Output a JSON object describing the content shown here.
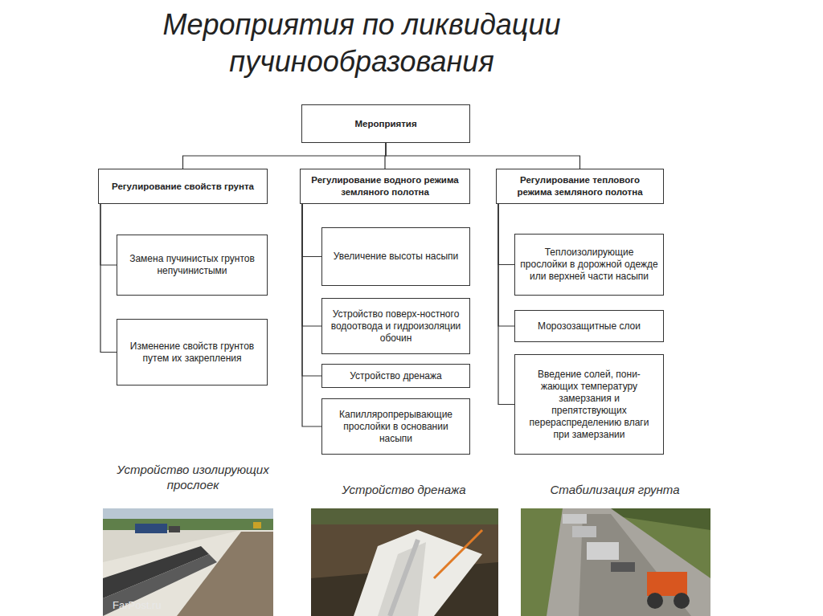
{
  "diagram": {
    "title": "Мероприятия по ликвидации пучинообразования",
    "nodes": [
      {
        "text": [
          "Мероприятия"
        ]
      },
      {
        "text": [
          "Регулирование свойств грунта"
        ]
      },
      {
        "text": [
          "Регулирование водного режима земляного полотна"
        ]
      },
      {
        "text": [
          "Регулирование теплового режима земляного полотна"
        ]
      },
      {
        "text": [
          "Замена пучинистых грунтов непучинистыми"
        ]
      },
      {
        "text": [
          "Изменение свойств грунтов путем их закрепления"
        ]
      },
      {
        "text": [
          "Увеличение высоты насыпи"
        ]
      },
      {
        "text": [
          "Устройство поверх-ностного водоотвода и гидроизоляции обочин"
        ]
      },
      {
        "text": [
          "Устройство дренажа"
        ]
      },
      {
        "text": [
          "Капилляропрерывающие прослойки в основании насыпи"
        ]
      },
      {
        "text": [
          "Теплоизолирующие прослойки в дорожной одежде или верхней части насыпи"
        ]
      },
      {
        "text": [
          "Морозозащитные слои"
        ]
      },
      {
        "text": [
          "Введение солей, пони-жающих температуру замерзания и препятствующих перераспределению влаги при замерзании"
        ]
      }
    ],
    "edges": [
      {
        "from": 0,
        "to": 1,
        "arrow": "none"
      },
      {
        "from": 0,
        "to": 2,
        "arrow": "none"
      },
      {
        "from": 0,
        "to": 3,
        "arrow": "none"
      },
      {
        "from": 1,
        "to": 4,
        "arrow": "none"
      },
      {
        "from": 1,
        "to": 5,
        "arrow": "none"
      },
      {
        "from": 2,
        "to": 6,
        "arrow": "none"
      },
      {
        "from": 2,
        "to": 7,
        "arrow": "none"
      },
      {
        "from": 2,
        "to": 8,
        "arrow": "none"
      },
      {
        "from": 2,
        "to": 9,
        "arrow": "none"
      },
      {
        "from": 3,
        "to": 10,
        "arrow": "none"
      },
      {
        "from": 3,
        "to": 11,
        "arrow": "none"
      },
      {
        "from": 3,
        "to": 12,
        "arrow": "none"
      }
    ],
    "labels": [
      "Устройство изолирующих прослоек",
      "Устройство дренажа",
      "Стабилизация грунта",
      "FarPost.ru"
    ]
  }
}
